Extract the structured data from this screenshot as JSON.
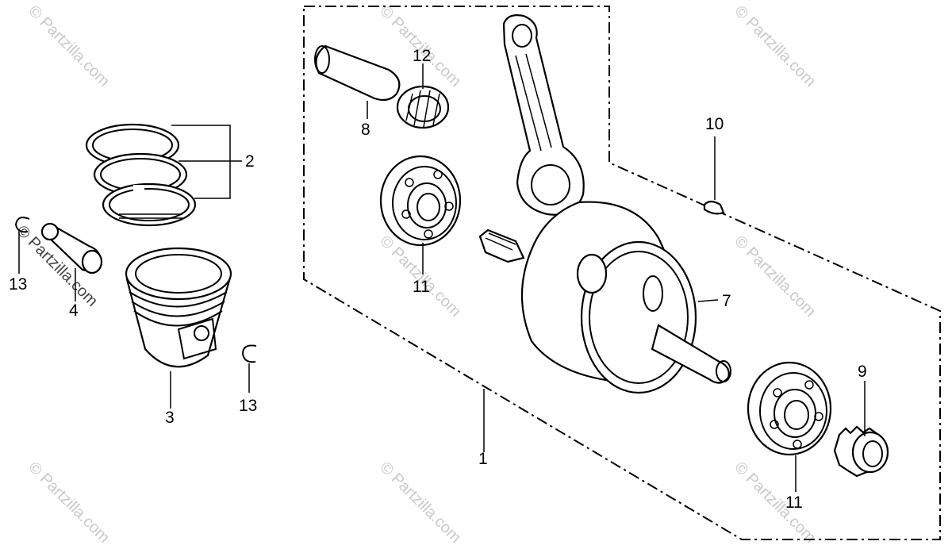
{
  "diagram": {
    "watermark_text": "© Partzilla.com",
    "callouts": [
      {
        "id": "1",
        "label": "1"
      },
      {
        "id": "2",
        "label": "2"
      },
      {
        "id": "3",
        "label": "3"
      },
      {
        "id": "4",
        "label": "4"
      },
      {
        "id": "7",
        "label": "7"
      },
      {
        "id": "8",
        "label": "8"
      },
      {
        "id": "9",
        "label": "9"
      },
      {
        "id": "10",
        "label": "10"
      },
      {
        "id": "11a",
        "label": "11"
      },
      {
        "id": "11b",
        "label": "11"
      },
      {
        "id": "12",
        "label": "12"
      },
      {
        "id": "13a",
        "label": "13"
      },
      {
        "id": "13b",
        "label": "13"
      }
    ]
  }
}
